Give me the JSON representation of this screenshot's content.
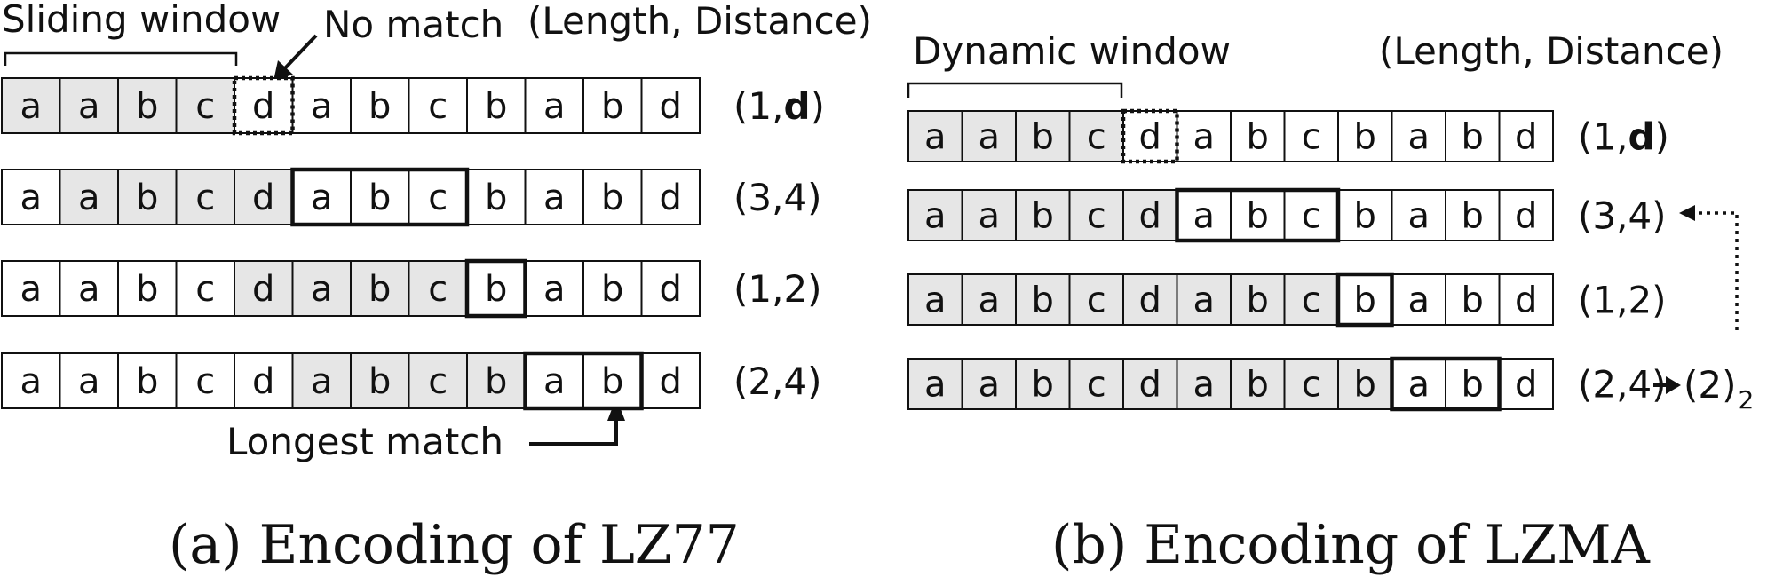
{
  "panel_a": {
    "window_label": "Sliding window",
    "nomatch_label": "No match",
    "header": "(Length, Distance)",
    "longest_label": "Longest match",
    "caption": "(a) Encoding of LZ77",
    "rows": [
      {
        "cells": [
          "a",
          "a",
          "b",
          "c",
          "d",
          "a",
          "b",
          "c",
          "b",
          "a",
          "b",
          "d"
        ],
        "shaded": [
          0,
          1,
          2,
          3
        ],
        "match": [
          4
        ],
        "match_dotted": true,
        "out_prefix": "(1,",
        "out_bold": "d",
        "out_suffix": ")"
      },
      {
        "cells": [
          "a",
          "a",
          "b",
          "c",
          "d",
          "a",
          "b",
          "c",
          "b",
          "a",
          "b",
          "d"
        ],
        "shaded": [
          1,
          2,
          3,
          4
        ],
        "match": [
          5,
          6,
          7
        ],
        "match_dotted": false,
        "out_prefix": "(3,4)",
        "out_bold": "",
        "out_suffix": ""
      },
      {
        "cells": [
          "a",
          "a",
          "b",
          "c",
          "d",
          "a",
          "b",
          "c",
          "b",
          "a",
          "b",
          "d"
        ],
        "shaded": [
          4,
          5,
          6,
          7
        ],
        "match": [
          8
        ],
        "match_dotted": false,
        "out_prefix": "(1,2)",
        "out_bold": "",
        "out_suffix": ""
      },
      {
        "cells": [
          "a",
          "a",
          "b",
          "c",
          "d",
          "a",
          "b",
          "c",
          "b",
          "a",
          "b",
          "d"
        ],
        "shaded": [
          5,
          6,
          7,
          8
        ],
        "match": [
          9,
          10
        ],
        "match_dotted": false,
        "out_prefix": "(2,4)",
        "out_bold": "",
        "out_suffix": ""
      }
    ]
  },
  "panel_b": {
    "window_label": "Dynamic window",
    "header": "(Length, Distance)",
    "caption": "(b) Encoding of LZMA",
    "extra_main": "(2)",
    "extra_sub": "2",
    "rows": [
      {
        "cells": [
          "a",
          "a",
          "b",
          "c",
          "d",
          "a",
          "b",
          "c",
          "b",
          "a",
          "b",
          "d"
        ],
        "shaded": [
          0,
          1,
          2,
          3
        ],
        "match": [
          4
        ],
        "match_dotted": true,
        "out_prefix": "(1,",
        "out_bold": "d",
        "out_suffix": ")"
      },
      {
        "cells": [
          "a",
          "a",
          "b",
          "c",
          "d",
          "a",
          "b",
          "c",
          "b",
          "a",
          "b",
          "d"
        ],
        "shaded": [
          0,
          1,
          2,
          3,
          4
        ],
        "match": [
          5,
          6,
          7
        ],
        "match_dotted": false,
        "out_prefix": "(3,4)",
        "out_bold": "",
        "out_suffix": ""
      },
      {
        "cells": [
          "a",
          "a",
          "b",
          "c",
          "d",
          "a",
          "b",
          "c",
          "b",
          "a",
          "b",
          "d"
        ],
        "shaded": [
          0,
          1,
          2,
          3,
          4,
          5,
          6,
          7
        ],
        "match": [
          8
        ],
        "match_dotted": false,
        "out_prefix": "(1,2)",
        "out_bold": "",
        "out_suffix": ""
      },
      {
        "cells": [
          "a",
          "a",
          "b",
          "c",
          "d",
          "a",
          "b",
          "c",
          "b",
          "a",
          "b",
          "d"
        ],
        "shaded": [
          0,
          1,
          2,
          3,
          4,
          5,
          6,
          7,
          8
        ],
        "match": [
          9,
          10
        ],
        "match_dotted": false,
        "out_prefix": "(2,4)",
        "out_bold": "",
        "out_suffix": ""
      }
    ]
  },
  "colors": {
    "shade": "#e6e6e6",
    "line": "#111111"
  }
}
